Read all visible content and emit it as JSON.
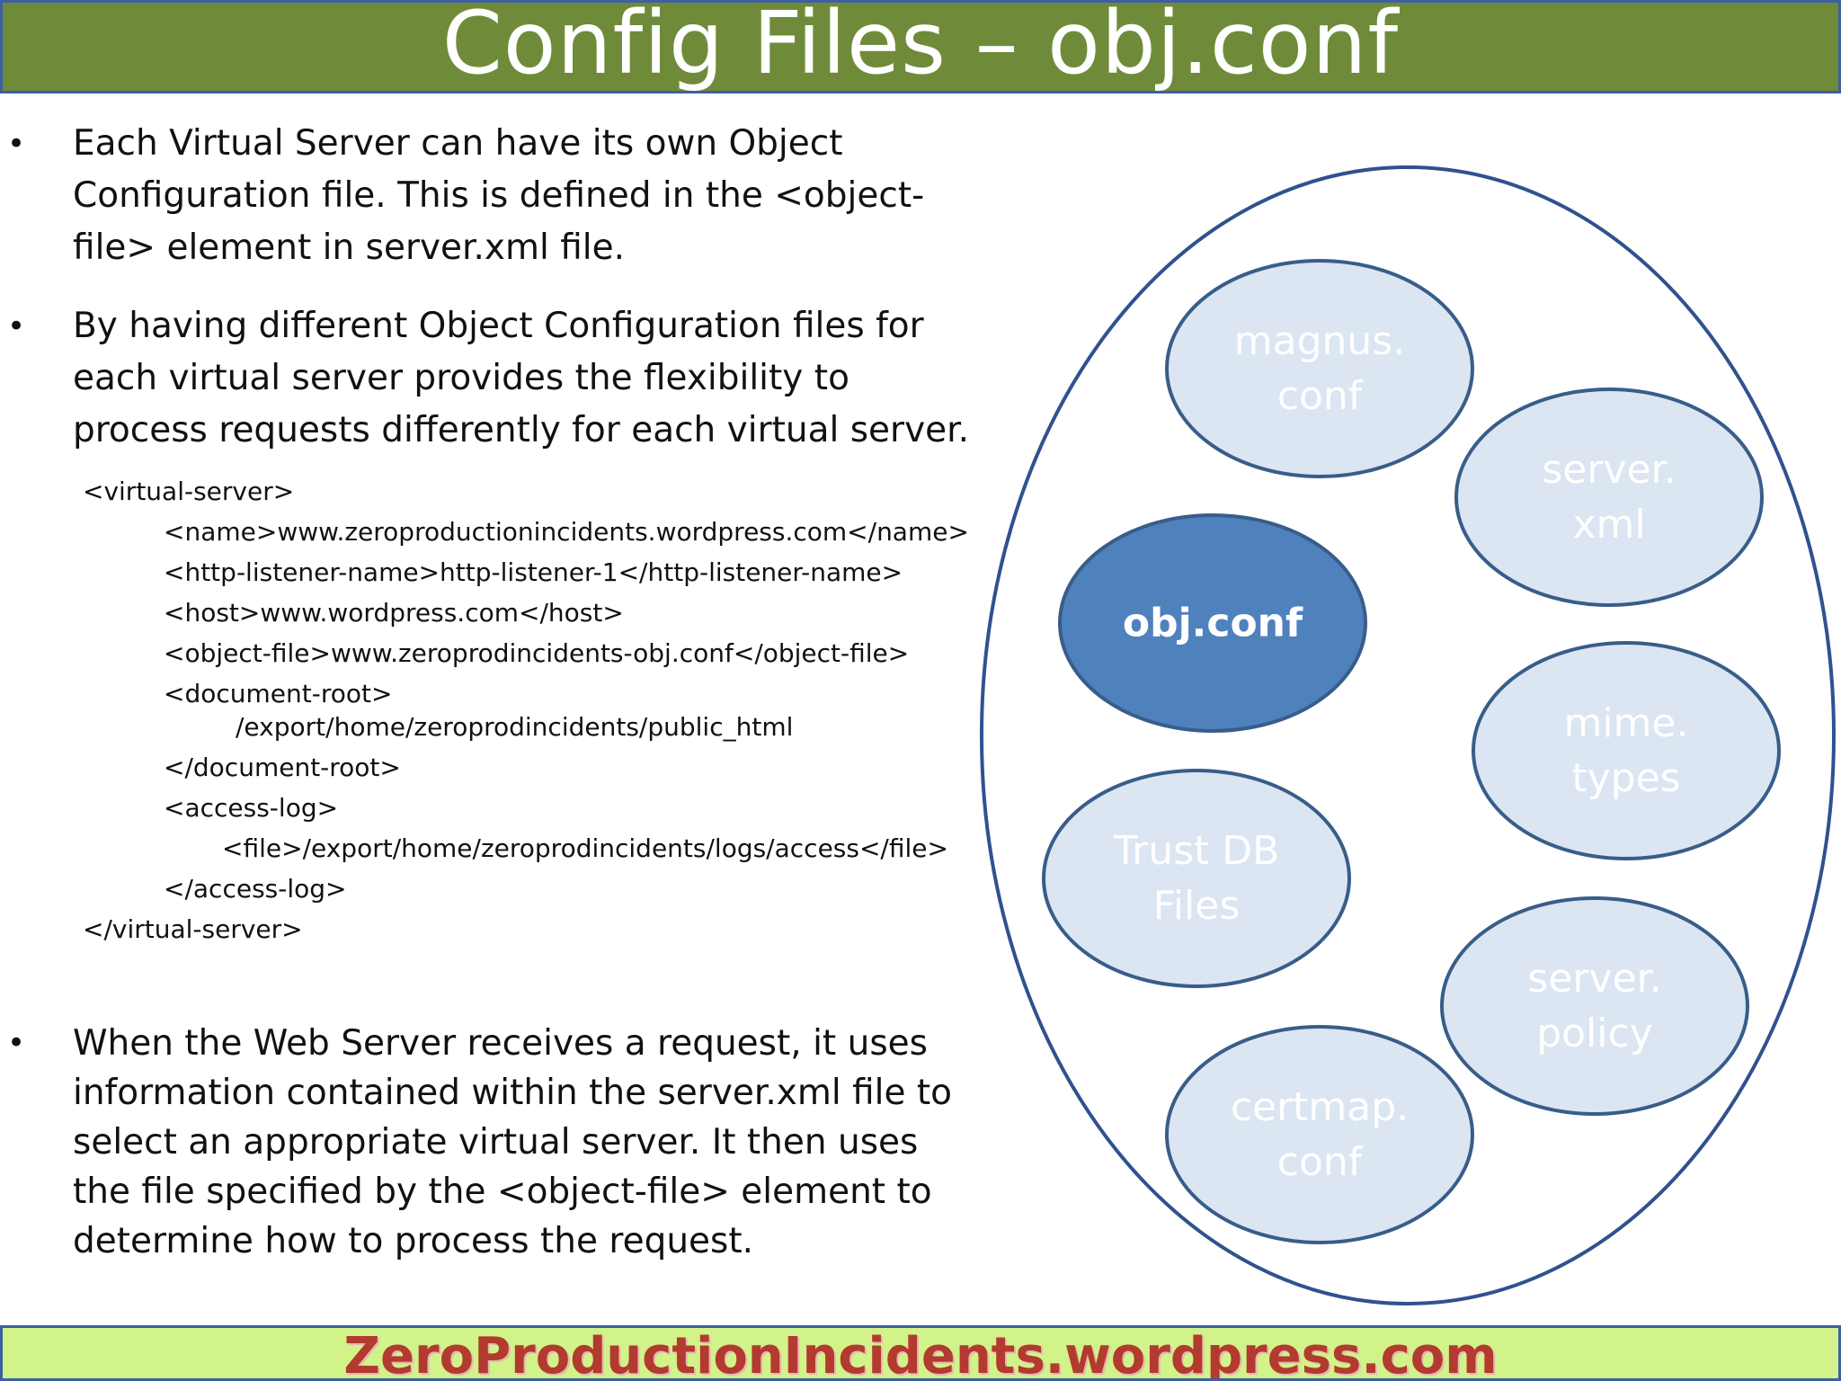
{
  "title": "Config Files – obj.conf",
  "bullets": [
    "Each Virtual Server can have its own Object Configuration file. This is defined in the <object-file> element in server.xml file.",
    "By having different Object Configuration files for each virtual server provides the flexibility to process requests differently for each virtual server.",
    "When the Web Server receives a request, it uses information contained within the server.xml file to select an appropriate virtual server. It then uses the file specified by the <object-file> element to determine how to process the request."
  ],
  "bullet_symbol": "•",
  "code_lines": [
    "<virtual-server>",
    "<name>www.zeroproductionincidents.wordpress.com</name>",
    "<http-listener-name>http-listener-1</http-listener-name>",
    "<host>www.wordpress.com</host>",
    "<object-file>www.zeroprodincidents-obj.conf</object-file>",
    "<document-root>",
    "/export/home/zeroprodincidents/public_html",
    "</document-root>",
    "<access-log>",
    "<file>/export/home/zeroprodincidents/logs/access</file>",
    "</access-log>",
    "</virtual-server>"
  ],
  "diagram": {
    "nodes": [
      {
        "lines": [
          "magnus.",
          "conf"
        ],
        "highlighted": false
      },
      {
        "lines": [
          "server.",
          "xml"
        ],
        "highlighted": false
      },
      {
        "lines": [
          "obj.conf"
        ],
        "highlighted": true
      },
      {
        "lines": [
          "mime.",
          "types"
        ],
        "highlighted": false
      },
      {
        "lines": [
          "Trust DB",
          "Files"
        ],
        "highlighted": false
      },
      {
        "lines": [
          "server.",
          "policy"
        ],
        "highlighted": false
      },
      {
        "lines": [
          "certmap.",
          "conf"
        ],
        "highlighted": false
      }
    ]
  },
  "footer": "ZeroProductionIncidents.wordpress.com",
  "colors": {
    "title_bg": "#6f8b3a",
    "footer_bg": "#d2f28a",
    "footer_text": "#b23a2e",
    "node_fill": "#dce5f2",
    "node_fill_highlight": "#4f81bd",
    "node_stroke": "#385d8a",
    "outline": "#2f528f"
  }
}
